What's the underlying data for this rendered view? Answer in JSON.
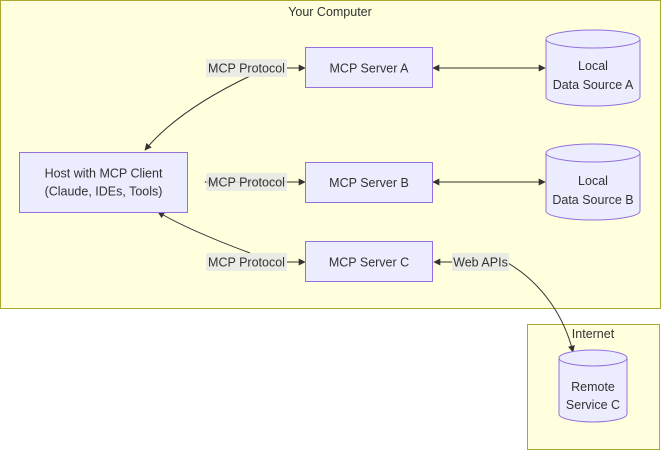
{
  "clusters": {
    "your_computer": {
      "title": "Your Computer"
    },
    "internet": {
      "title": "Internet"
    }
  },
  "nodes": {
    "host": {
      "lines": [
        "Host with MCP Client",
        "(Claude, IDEs, Tools)"
      ]
    },
    "server_a": {
      "label": "MCP Server A"
    },
    "server_b": {
      "label": "MCP Server B"
    },
    "server_c": {
      "label": "MCP Server C"
    },
    "data_a": {
      "lines": [
        "Local",
        "Data Source A"
      ]
    },
    "data_b": {
      "lines": [
        "Local",
        "Data Source B"
      ]
    },
    "remote_c": {
      "lines": [
        "Remote",
        "Service C"
      ]
    }
  },
  "edges": {
    "host_server_a": {
      "label": "MCP Protocol"
    },
    "host_server_b": {
      "label": "MCP Protocol"
    },
    "host_server_c": {
      "label": "MCP Protocol"
    },
    "server_c_remote": {
      "label": "Web APIs"
    }
  },
  "colors": {
    "cluster_fill": "#ffffde",
    "cluster_stroke": "#aaaa33",
    "node_fill": "#ececff",
    "node_stroke": "#9370db",
    "edge": "#333333"
  }
}
